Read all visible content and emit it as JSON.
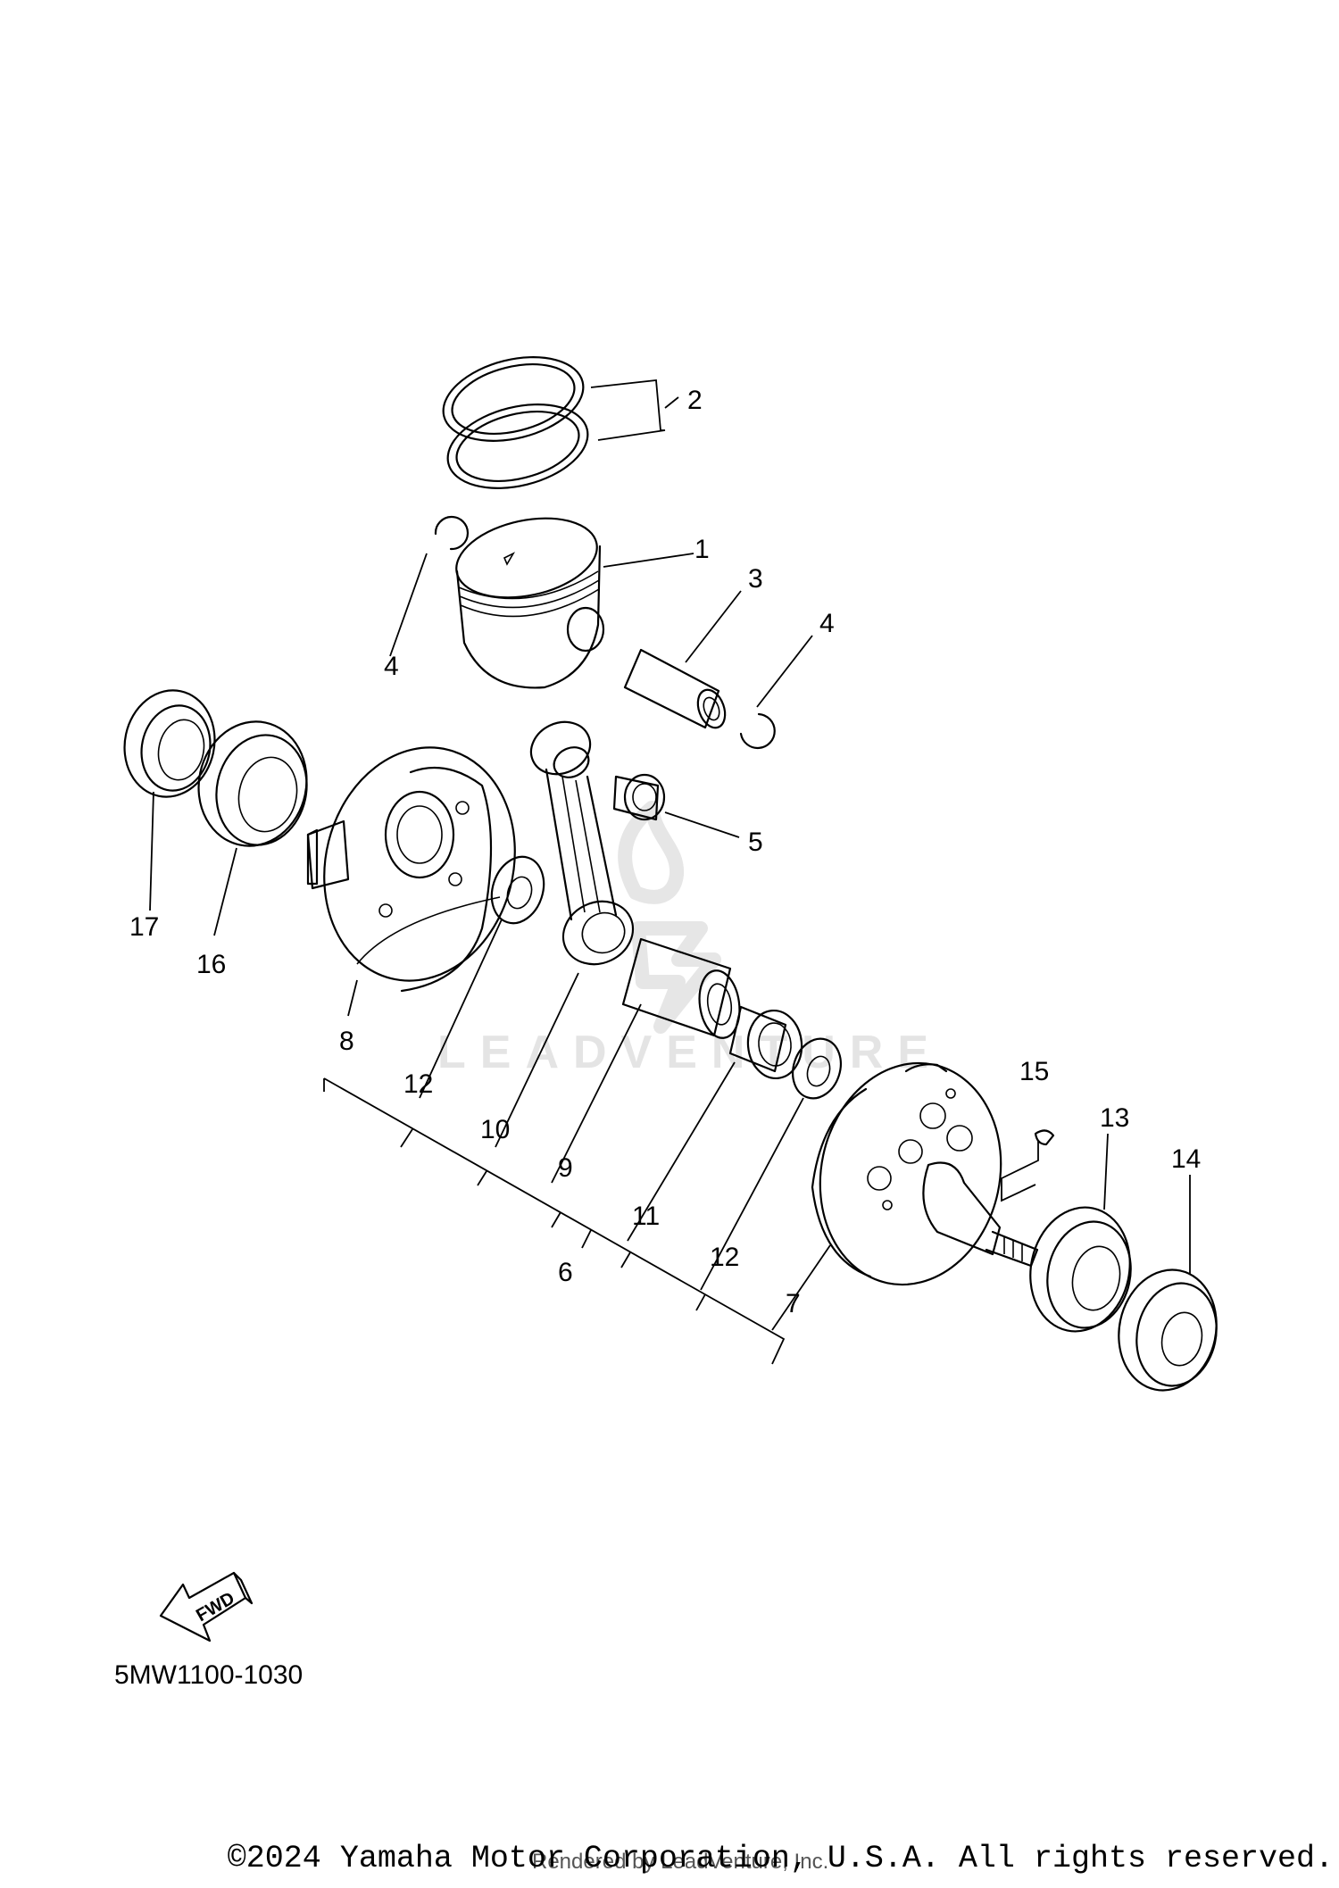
{
  "diagram": {
    "callouts": [
      "1",
      "2",
      "3",
      "4",
      "4",
      "5",
      "6",
      "7",
      "8",
      "9",
      "10",
      "11",
      "12",
      "12",
      "13",
      "14",
      "15",
      "16",
      "17"
    ],
    "fwd_label": "FWD",
    "reference_code": "5MW1100-1030",
    "watermark": "LEADVENTURE"
  },
  "footer": {
    "copyright": "©2024 Yamaha Motor Corporation, U.S.A. All rights reserved.",
    "rendered_by": "Rendered by LeadVenture, Inc."
  }
}
